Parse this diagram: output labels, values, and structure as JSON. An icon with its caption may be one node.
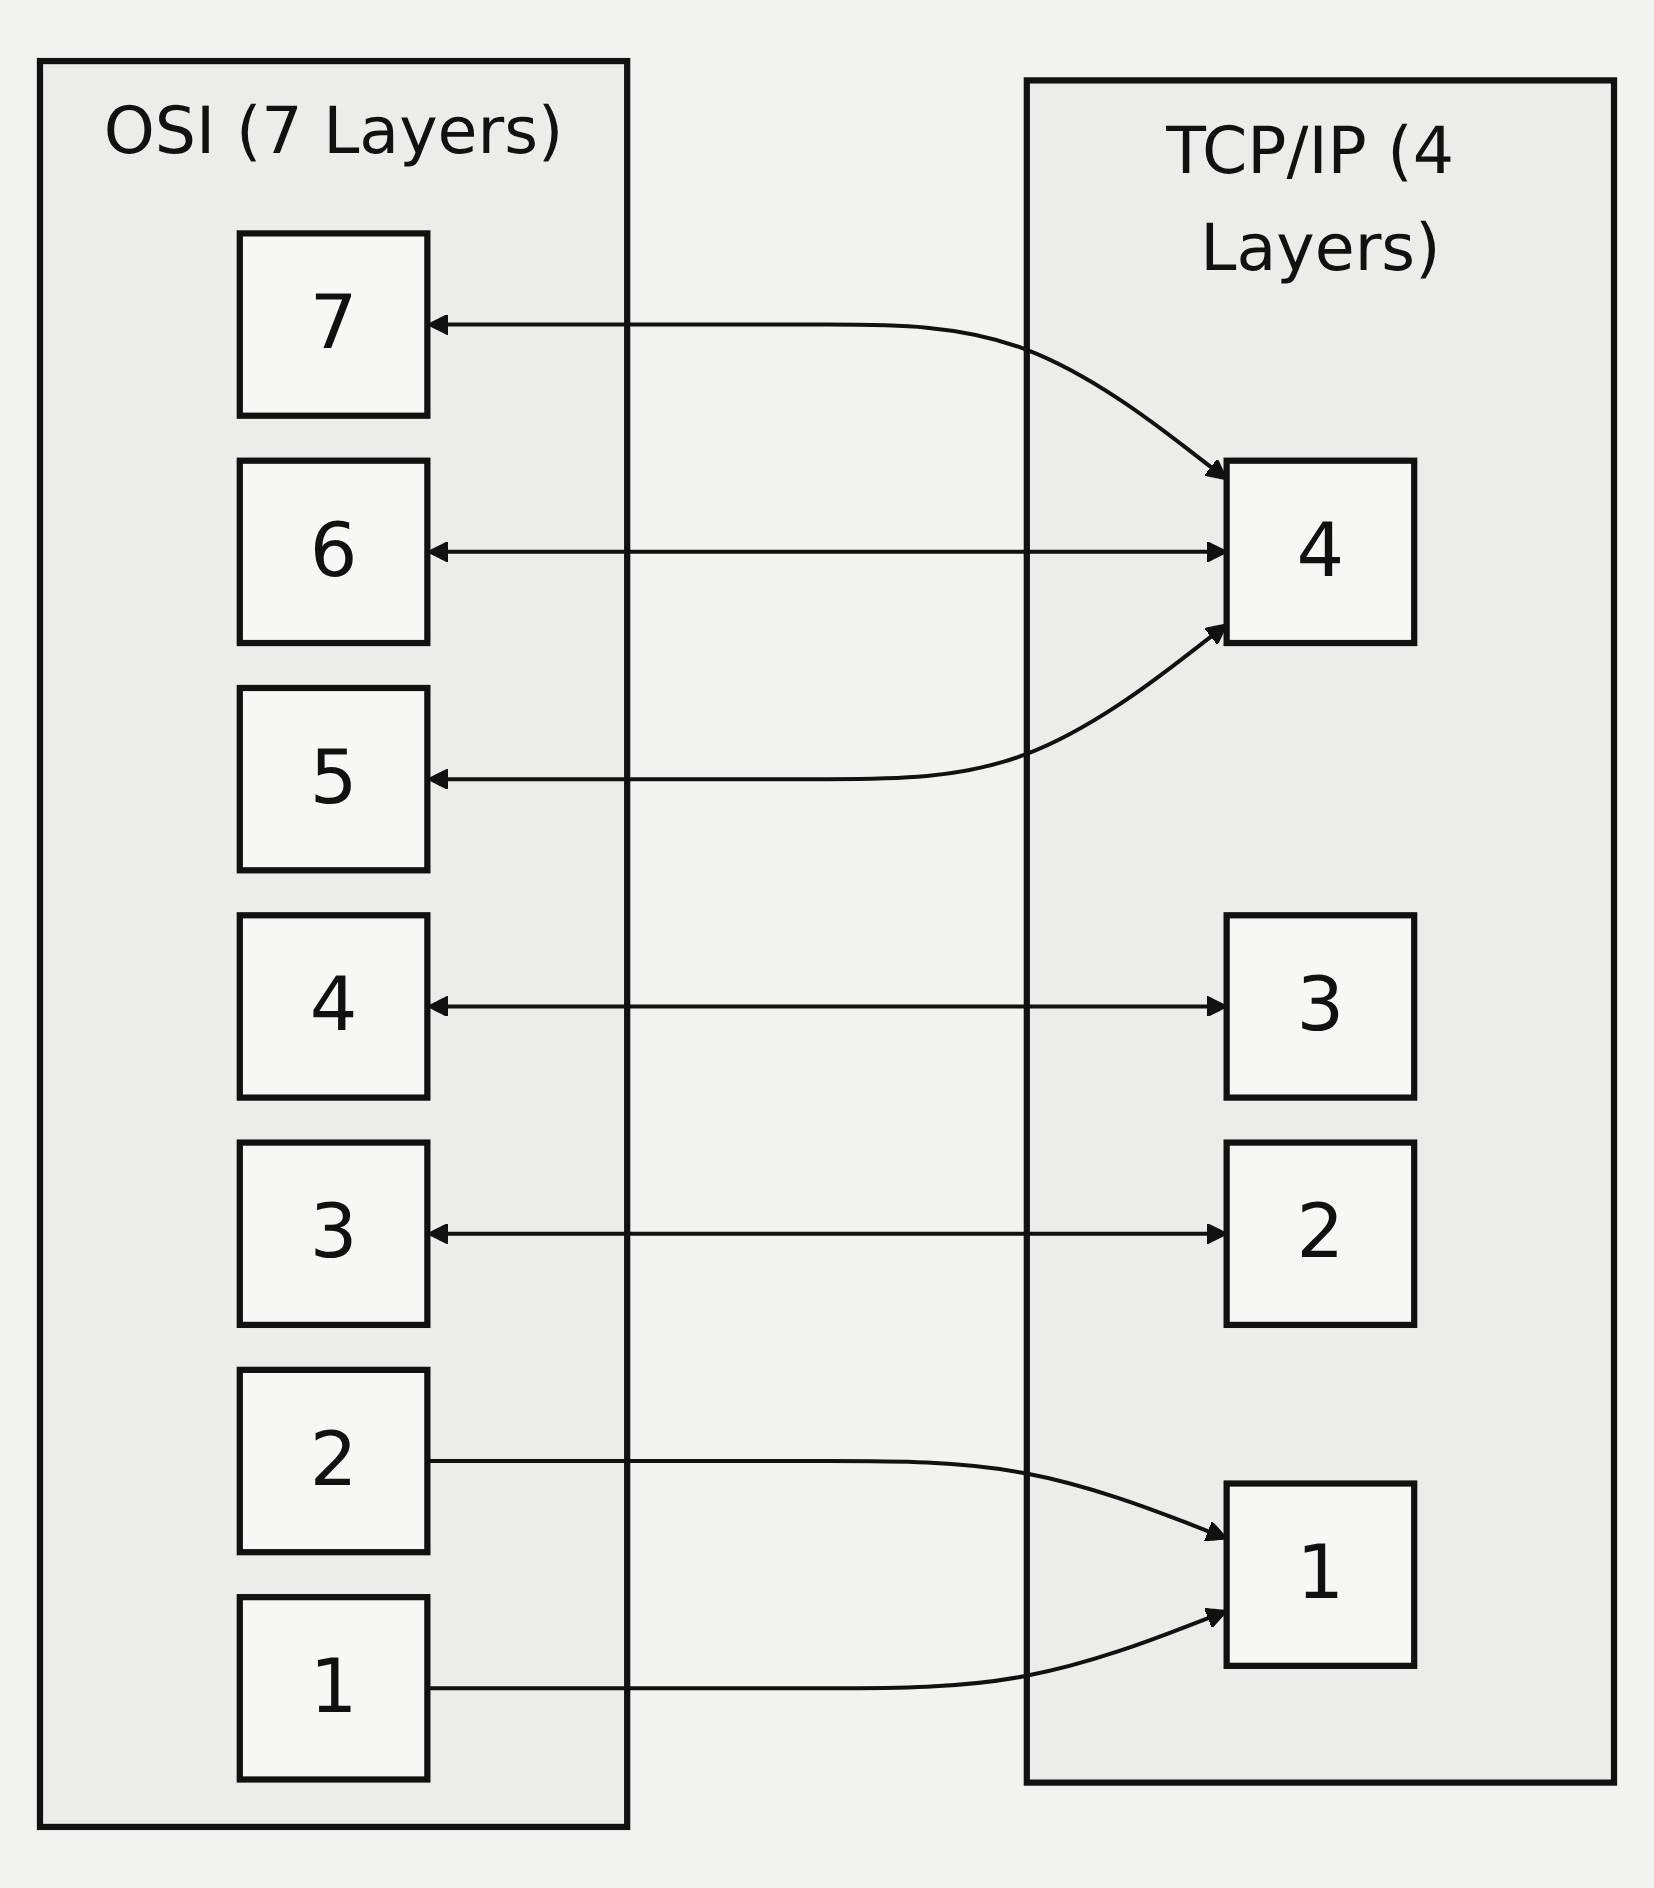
{
  "diagram": {
    "nodes": [
      {
        "text": [
          "OSI (7 Layers)"
        ]
      },
      {
        "text": [
          "7"
        ],
        "in": 0
      },
      {
        "text": [
          "6"
        ],
        "in": 0
      },
      {
        "text": [
          "5"
        ],
        "in": 0
      },
      {
        "text": [
          "4"
        ],
        "in": 0
      },
      {
        "text": [
          "3"
        ],
        "in": 0
      },
      {
        "text": [
          "2"
        ],
        "in": 0
      },
      {
        "text": [
          "1"
        ],
        "in": 0
      },
      {
        "text": [
          "TCP/IP (4 Layers)"
        ]
      },
      {
        "text": [
          "4"
        ],
        "in": 8
      },
      {
        "text": [
          "3"
        ],
        "in": 8
      },
      {
        "text": [
          "2"
        ],
        "in": 8
      },
      {
        "text": [
          "1"
        ],
        "in": 8
      }
    ],
    "edges": [
      {
        "from": 1,
        "to": 9,
        "arrow": "both"
      },
      {
        "from": 2,
        "to": 9,
        "arrow": "both"
      },
      {
        "from": 3,
        "to": 9,
        "arrow": "both"
      },
      {
        "from": 4,
        "to": 10,
        "arrow": "both"
      },
      {
        "from": 5,
        "to": 11,
        "arrow": "both"
      },
      {
        "from": 6,
        "to": 12,
        "arrow": "to"
      },
      {
        "from": 7,
        "to": 12,
        "arrow": "to"
      }
    ]
  }
}
